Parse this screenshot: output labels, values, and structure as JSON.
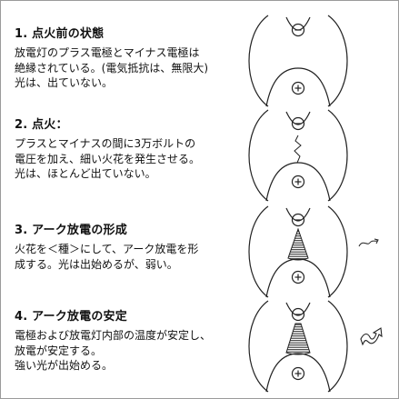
{
  "steps": [
    {
      "title": "1. 点火前の状態",
      "lines": [
        "放電灯のプラス電極とマイナス電極は",
        "絶縁されている。(電気抵抗は、無限大)",
        "光は、出ていない。"
      ],
      "state": "insulated"
    },
    {
      "title": "2. 点火：",
      "lines": [
        "プラスとマイナスの間に3万ボルトの",
        "電圧を加え、細い火花を発生させる。",
        "光は、ほとんど出ていない。"
      ],
      "state": "spark"
    },
    {
      "title": "3. アーク放電の形成",
      "lines": [
        "火花を＜種＞にして、アーク放電を形",
        "成する。光は出始めるが、弱い。"
      ],
      "state": "weak-arc",
      "light_emission": "weak"
    },
    {
      "title": "4. アーク放電の安定",
      "lines": [
        "電極および放電灯内部の温度が安定し、",
        "放電が安定する。",
        "強い光が出始める。"
      ],
      "state": "stable-arc",
      "light_emission": "strong"
    }
  ],
  "symbols": {
    "minus": "⊖",
    "plus": "⊕"
  },
  "colors": {
    "line": "#222222",
    "border": "#9a9a9a",
    "background": "#ffffff"
  }
}
